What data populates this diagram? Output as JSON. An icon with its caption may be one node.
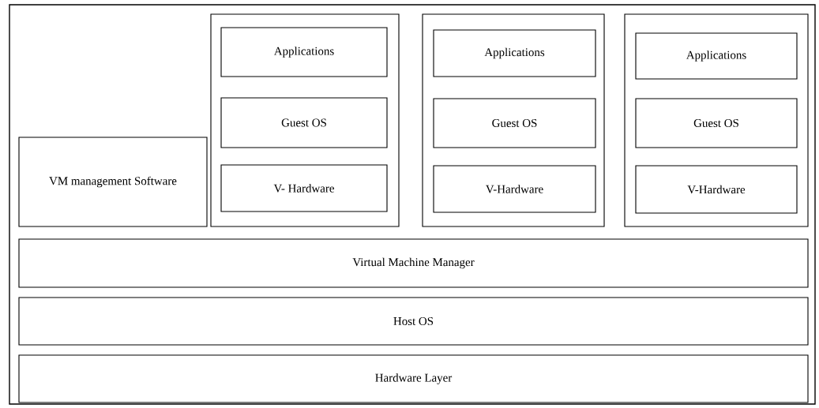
{
  "diagram": {
    "nodes": [
      {
        "text": [],
        "shape": "box"
      },
      {
        "text": [
          "VM management Software"
        ],
        "in": 0
      },
      {
        "text": [],
        "shape": "box",
        "in": 0
      },
      {
        "text": [
          "Applications"
        ],
        "in": 2
      },
      {
        "text": [
          "Guest OS"
        ],
        "in": 2
      },
      {
        "text": [
          "V- Hardware"
        ],
        "in": 2
      },
      {
        "text": [],
        "shape": "box",
        "in": 0
      },
      {
        "text": [
          "Applications"
        ],
        "in": 6
      },
      {
        "text": [
          "Guest OS"
        ],
        "in": 6
      },
      {
        "text": [
          "V-Hardware"
        ],
        "in": 6
      },
      {
        "text": [],
        "shape": "box",
        "in": 0
      },
      {
        "text": [
          "Applications"
        ],
        "in": 10
      },
      {
        "text": [
          "Guest OS"
        ],
        "in": 10
      },
      {
        "text": [
          "V-Hardware"
        ],
        "in": 10
      },
      {
        "text": [
          "Virtual Machine Manager"
        ],
        "in": 0
      },
      {
        "text": [
          "Host OS"
        ],
        "in": 0
      },
      {
        "text": [
          "Hardware Layer"
        ],
        "in": 0
      }
    ]
  }
}
